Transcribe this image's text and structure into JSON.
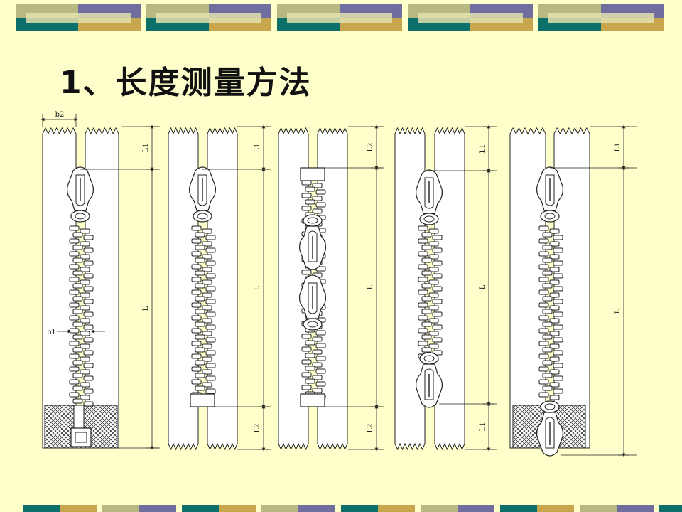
{
  "slide": {
    "title": "1、长度测量方法"
  },
  "colors": {
    "background": "#ffffcc",
    "banner_olive": "#b8b882",
    "banner_purple": "#6f6e9e",
    "banner_teal": "#0b6f6a",
    "banner_gold": "#c8a64e",
    "banner_light": "#e3e0ad"
  },
  "labels": {
    "b1": "b1",
    "b2": "b2",
    "L": "L",
    "L1": "L1",
    "L2": "L2"
  },
  "zippers": [
    {
      "id": "zipper-1",
      "type": "open-end single slider",
      "segments": [
        "L1",
        "L"
      ]
    },
    {
      "id": "zipper-2",
      "type": "closed-end single slider",
      "segments": [
        "L1",
        "L",
        "L2"
      ]
    },
    {
      "id": "zipper-3",
      "type": "closed-end double slider head-to-head",
      "segments": [
        "L2",
        "L",
        "L2"
      ]
    },
    {
      "id": "zipper-4",
      "type": "closed-end double slider tail-to-tail",
      "segments": [
        "L1",
        "L",
        "L1"
      ]
    },
    {
      "id": "zipper-5",
      "type": "open-end double slider",
      "segments": [
        "L1",
        "L"
      ]
    }
  ]
}
